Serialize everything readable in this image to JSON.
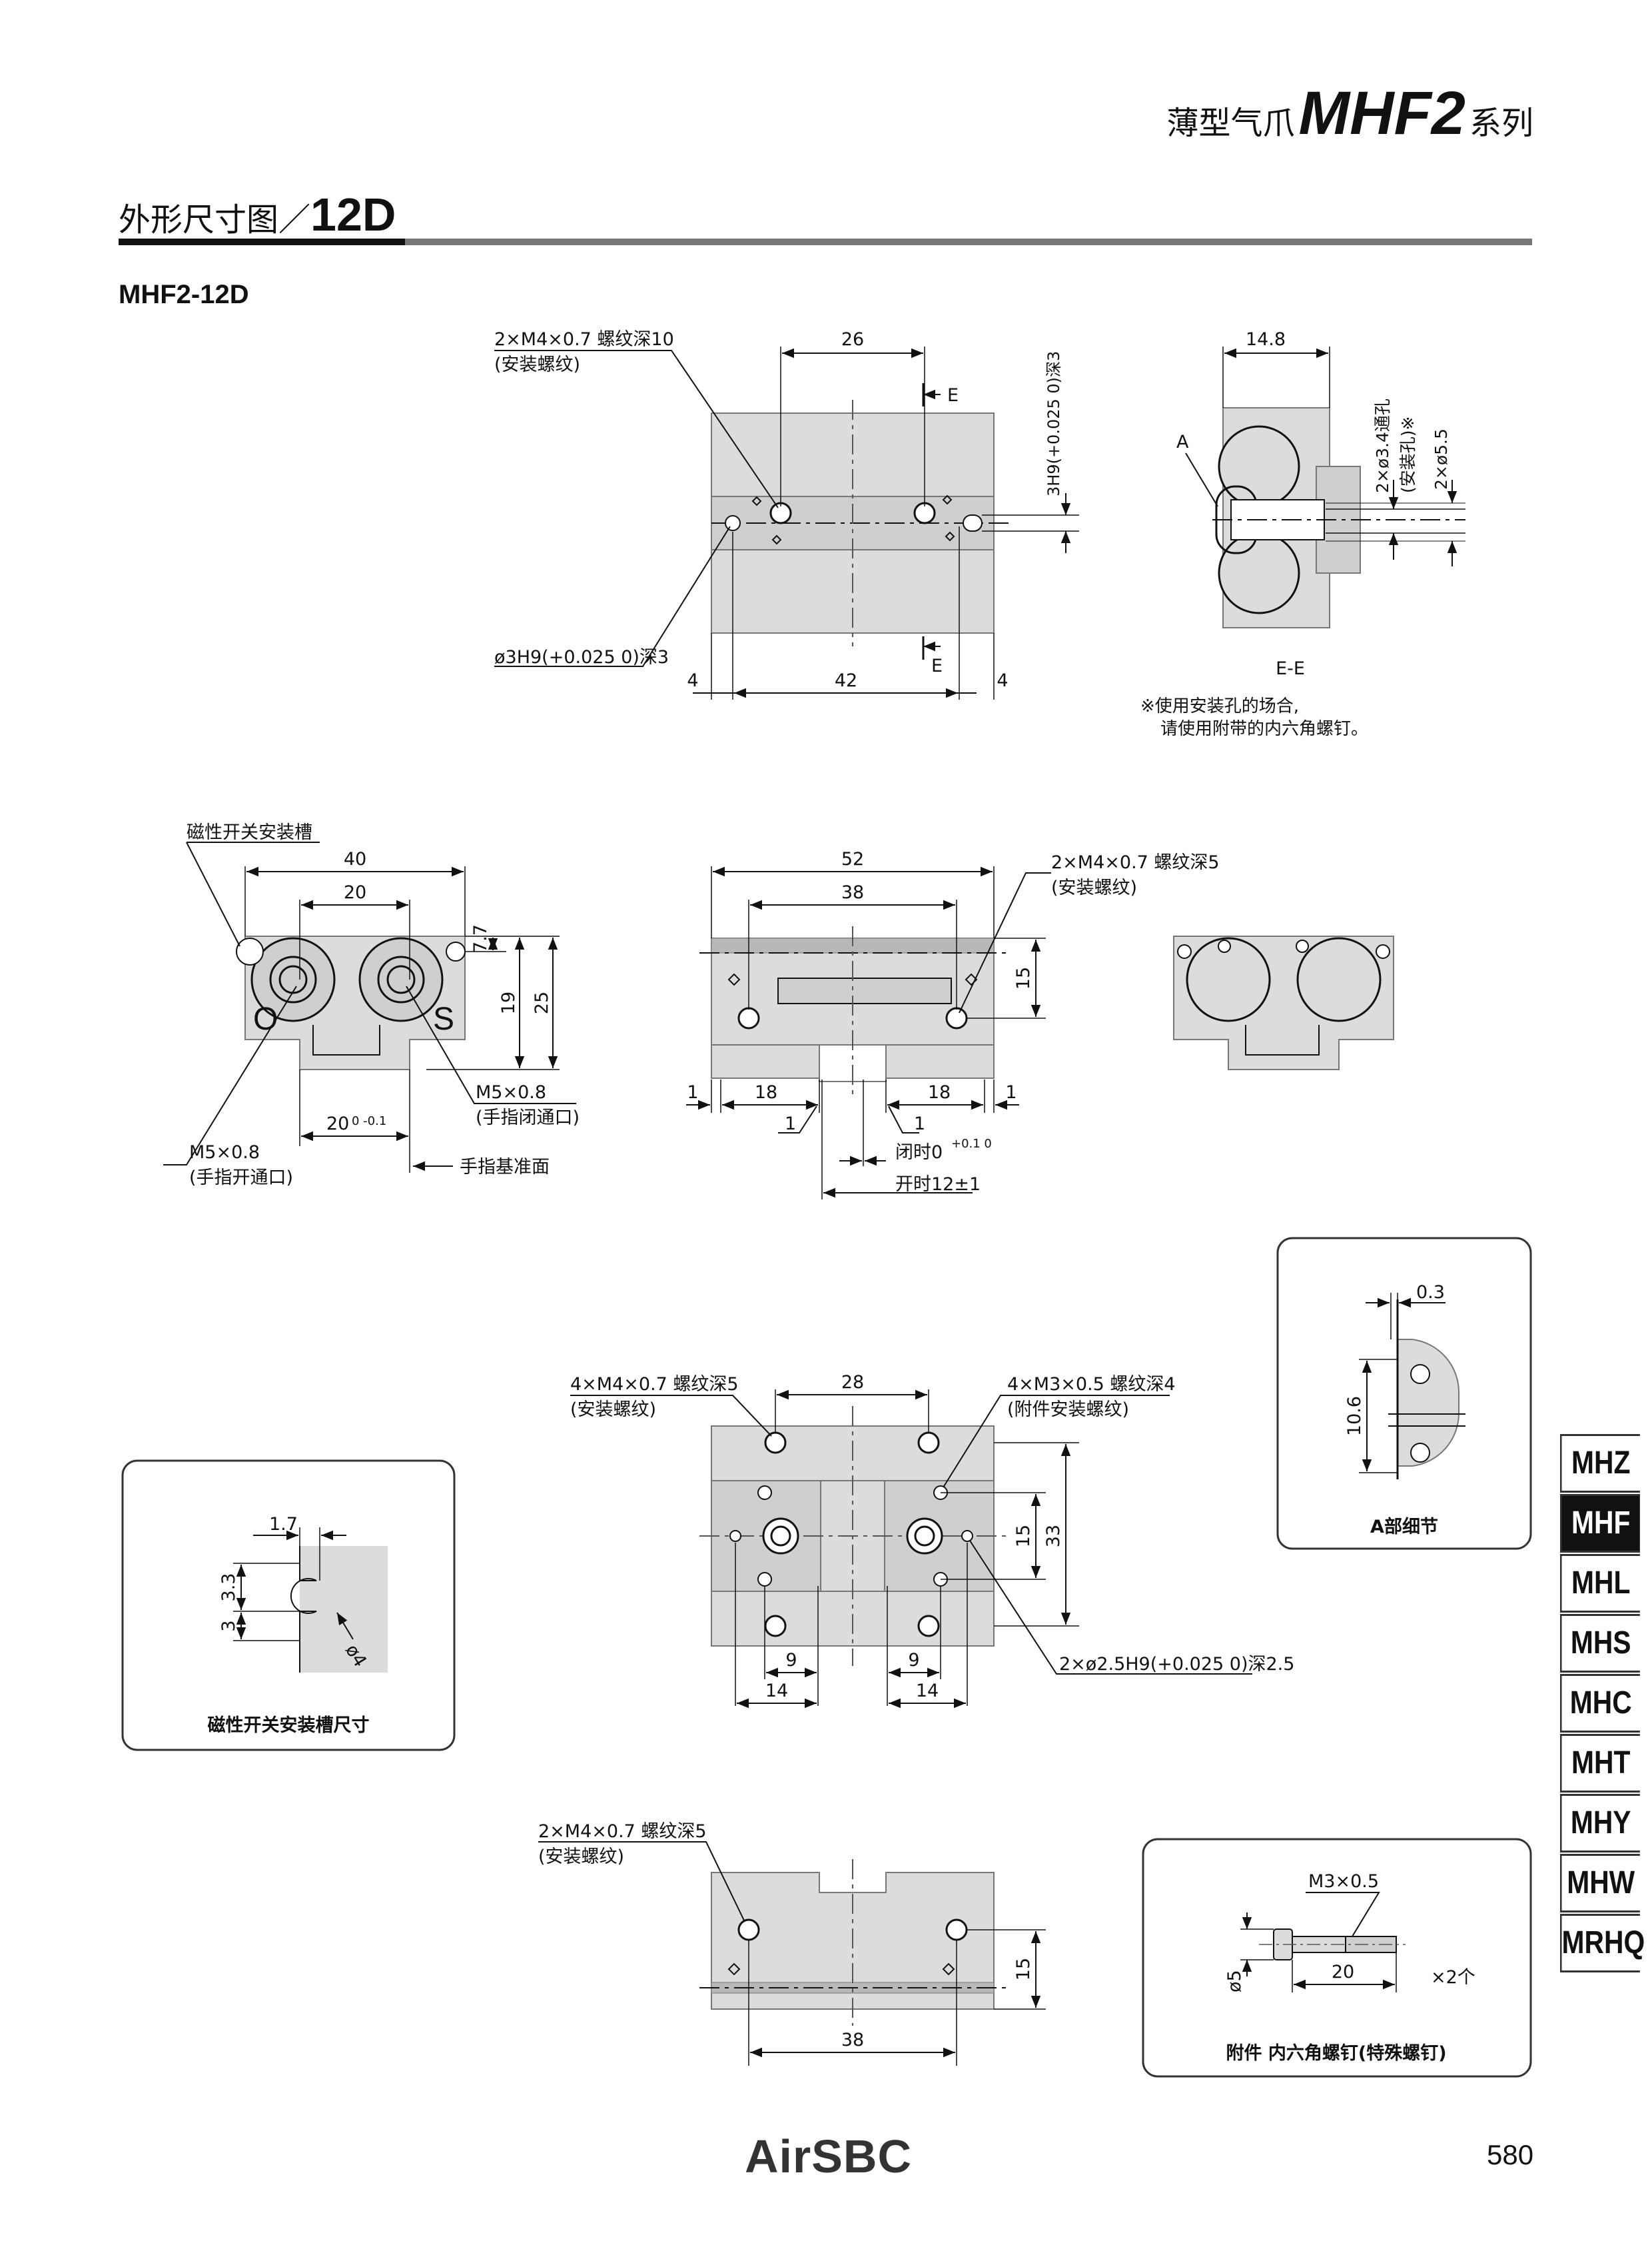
{
  "header": {
    "prefix": "薄型气爪",
    "model": "MHF2",
    "suffix": "系列"
  },
  "section": {
    "title": "外形尺寸图／",
    "size": "12D"
  },
  "model_label": "MHF2-12D",
  "top_view": {
    "callout_mount": "2×M4×0.7 螺纹深10",
    "callout_mount_sub": "(安装螺纹)",
    "dim_26": "26",
    "section_mark": "E",
    "pin_slot": "3H9(+0.025 0)深3",
    "pin_hole": "ø3H9(+0.025 0)深3",
    "dim_4": "4",
    "dim_42": "42"
  },
  "section_ee": {
    "dim_14_8": "14.8",
    "label_a": "A",
    "through_hole": "2×ø3.4通孔",
    "through_hole_sub": "(安装孔)※",
    "counterbore": "2×ø5.5",
    "title": "E-E",
    "note_line1": "※使用安装孔的场合,",
    "note_line2": "请使用附带的内六角螺钉。"
  },
  "end_view": {
    "slot_callout": "磁性开关安装槽",
    "dim_40": "40",
    "dim_20": "20",
    "dim_7_7": "7.7",
    "dim_19": "19",
    "dim_25": "25",
    "label_o": "O",
    "label_s": "S",
    "port_close": "M5×0.8",
    "port_close_sub": "(手指闭通口)",
    "dim_20_tol": "20",
    "tol_minus": "0 -0.1",
    "port_open": "M5×0.8",
    "port_open_sub": "(手指开通口)",
    "datum": "手指基准面"
  },
  "side_view": {
    "dim_52": "52",
    "dim_38": "38",
    "callout": "2×M4×0.7 螺纹深5",
    "callout_sub": "(安装螺纹)",
    "dim_15": "15",
    "dim_1": "1",
    "dim_18": "18",
    "closed": "闭时0",
    "closed_tol": "+0.1 0",
    "open": "开时12±1"
  },
  "back_view": {},
  "bottom_view": {
    "callout_left": "4×M4×0.7 螺纹深5",
    "callout_left_sub": "(安装螺纹)",
    "dim_28": "28",
    "callout_right": "4×M3×0.5 螺纹深4",
    "callout_right_sub": "(附件安装螺纹)",
    "dim_15": "15",
    "dim_33": "33",
    "dim_9": "9",
    "dim_14": "14",
    "pin": "2×ø2.5H9(+0.025 0)深2.5"
  },
  "detail_a": {
    "dim_0_3": "0.3",
    "dim_10_6": "10.6",
    "caption": "A部细节"
  },
  "slot_detail": {
    "dim_1_7": "1.7",
    "dim_3_3": "3.3",
    "dim_3": "3",
    "dim_phi4": "ø4",
    "caption": "磁性开关安装槽尺寸"
  },
  "lower_view": {
    "callout": "2×M4×0.7 螺纹深5",
    "callout_sub": "(安装螺纹)",
    "dim_15": "15",
    "dim_38": "38"
  },
  "accessory": {
    "thread": "M3×0.5",
    "dim_phi5": "ø5",
    "dim_20": "20",
    "qty": "×2个",
    "caption": "附件 内六角螺钉(特殊螺钉)"
  },
  "side_tabs": [
    "MHZ",
    "MHF",
    "MHL",
    "MHS",
    "MHC",
    "MHT",
    "MHY",
    "MHW",
    "MRHQ"
  ],
  "active_tab": "MHF",
  "footer": {
    "brand": "AirSBC",
    "page": "580"
  },
  "colors": {
    "part_fill": "#dcdcdc",
    "part_dark": "#9a9a9a",
    "line": "#111111",
    "active_tab": "#111111"
  }
}
